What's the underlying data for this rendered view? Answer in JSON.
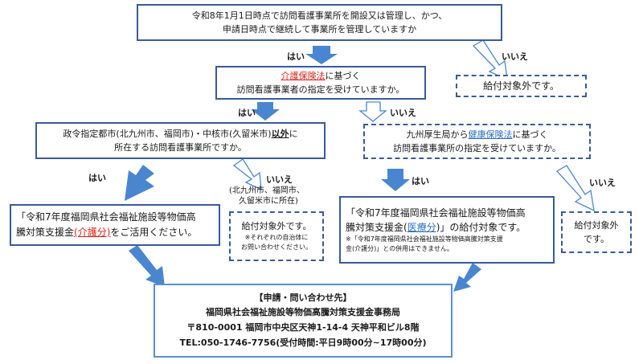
{
  "q1": {
    "line1": "令和8年1月1日時点で訪問看護事業所を開設又は管理し、かつ、",
    "line2": "申請日時点で継続して事業所を管理していますか"
  },
  "q2": {
    "highlight": "介護保険法",
    "suffix": "に基づく",
    "line2": "訪問看護事業者の指定を受けていますか。"
  },
  "q3": {
    "prefix": "政令指定都市(北九州市、福岡市)・中核市(久留米市)",
    "emph": "以外",
    "suffix": "に",
    "line2": "所在する訪問看護事業所ですか。"
  },
  "q4": {
    "prefix": "九州厚生局から",
    "highlight": "健康保険法",
    "suffix": "に基づく",
    "line2": "訪問看護事業所の指定を受けていますか。"
  },
  "result_kaigo": {
    "line1": "「令和7年度福岡県社会福祉施設等物価高",
    "line2a": "騰対策支援金",
    "line2b": "(介護分)",
    "line2c": "をご活用ください。"
  },
  "result_iryo": {
    "line1": "「令和7年度福岡県社会福祉施設等物価高",
    "line2a": "騰対策支援金(",
    "line2b": "医療分",
    "line2c": ")」の給付対象です。",
    "note1": "※「令和7年度福岡県社会福祉施設等物価高騰対策支援",
    "note2": "金(介護分)」との併用はできません。"
  },
  "out_top": {
    "text": "給付対象外です。"
  },
  "out_city": {
    "text": "給付対象外です。",
    "note1": "※それぞれの自治体に",
    "note2": "お問い合わせください。"
  },
  "out_right": {
    "line1": "給付対象外",
    "line2": "です。"
  },
  "contact": {
    "heading": "【申請・問い合わせ先】",
    "office": "福岡県社会福祉施設等物価高騰対策支援金事務局",
    "address": "〒810-0001 福岡市中央区天神1-14-4 天神平和ビル8階",
    "tel": "TEL:050-1746-7756(受付時間:平日9時00分~17時00分)"
  },
  "labels": {
    "yes": "はい",
    "no": "いいえ",
    "city_note1": "(北九州市、福岡市、",
    "city_note2": "久留米市に所在)"
  },
  "colors": {
    "border": "#3a5a9a",
    "arrow_fill": "#4a86d0",
    "red_link": "#e0201a",
    "blue_link": "#2a6cc6"
  }
}
